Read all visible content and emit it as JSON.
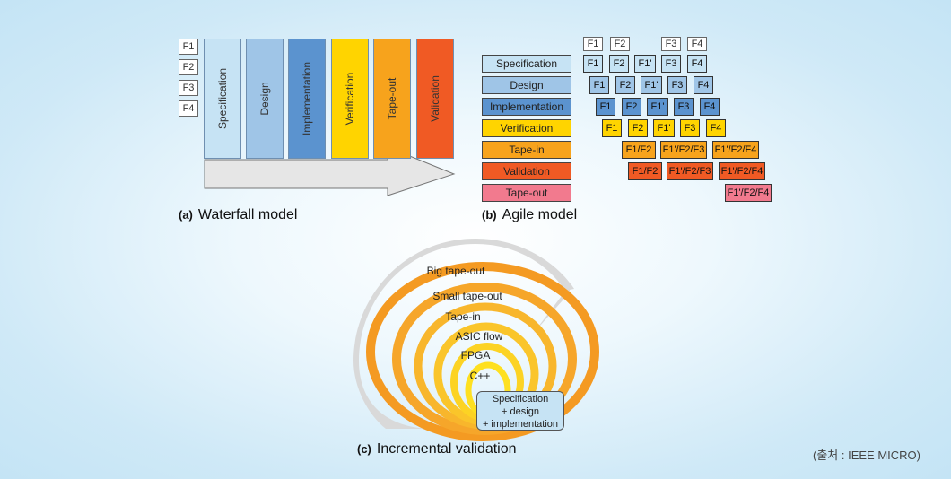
{
  "waterfall": {
    "caption_letter": "(a)",
    "caption_text": "Waterfall model",
    "features": [
      "F1",
      "F2",
      "F3",
      "F4"
    ],
    "stages": [
      "Specification",
      "Design",
      "Implementation",
      "Verification",
      "Tape-out",
      "Validation"
    ],
    "stage_colors": [
      "#c6e3f4",
      "#9fc5e7",
      "#5b93cf",
      "#ffd400",
      "#f7a31c",
      "#f05a24"
    ]
  },
  "agile": {
    "caption_letter": "(b)",
    "caption_text": "Agile model",
    "header_cells": [
      "F1",
      "F2",
      "F3",
      "F4"
    ],
    "stages": [
      "Specification",
      "Design",
      "Implementation",
      "Verification",
      "Tape-in",
      "Validation",
      "Tape-out"
    ],
    "stage_colors": [
      "#c6e3f4",
      "#9fc5e7",
      "#5b93cf",
      "#ffd400",
      "#f7a31c",
      "#f05a24",
      "#f27a8e"
    ],
    "rows": [
      [
        "F1",
        "F2",
        "F1'",
        "F3",
        "F4"
      ],
      [
        "F1",
        "F2",
        "F1'",
        "F3",
        "F4"
      ],
      [
        "F1",
        "F2",
        "F1'",
        "F3",
        "F4"
      ],
      [
        "F1",
        "F2",
        "F1'",
        "F3",
        "F4"
      ],
      [
        "F1/F2",
        "F1'/F2/F3",
        "F1'/F2/F4"
      ],
      [
        "F1/F2",
        "F1'/F2/F3",
        "F1'/F2/F4"
      ],
      [
        "F1'/F2/F4"
      ]
    ]
  },
  "incremental": {
    "caption_letter": "(c)",
    "caption_text": "Incremental validation",
    "rings": [
      "Big tape-out",
      "Small tape-out",
      "Tape-in",
      "ASIC flow",
      "FPGA",
      "C++"
    ],
    "center_box": [
      "Specification",
      "+ design",
      "+ implementation"
    ]
  },
  "source": "(출처 : IEEE MICRO)"
}
